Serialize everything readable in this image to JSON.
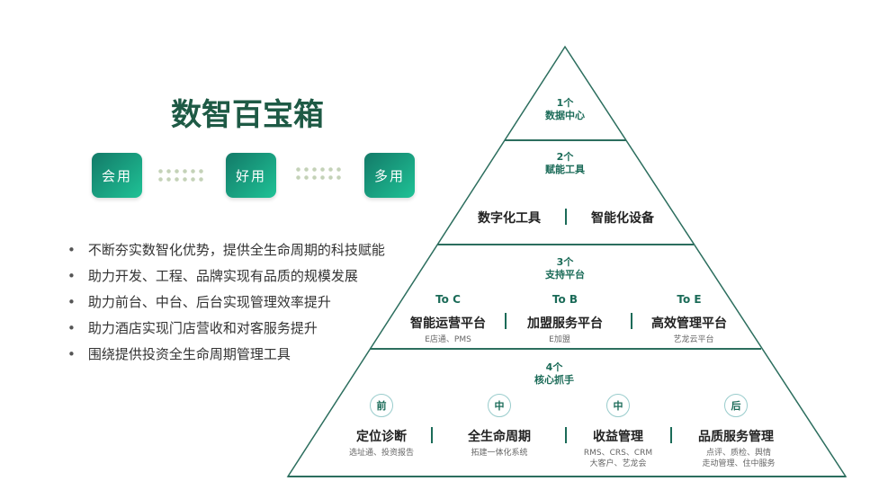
{
  "title": "数智百宝箱",
  "chips": [
    "会用",
    "好用",
    "多用"
  ],
  "bullets": [
    "不断夯实数智化优势，提供全生命周期的科技赋能",
    "助力开发、工程、品牌实现有品质的规模发展",
    "助力前台、中台、后台实现管理效率提升",
    "助力酒店实现门店营收和对客服务提升",
    "围绕提供投资全生命周期管理工具"
  ],
  "pyramid": {
    "level1": {
      "count": "1个",
      "name": "数据中心"
    },
    "level2": {
      "count": "2个",
      "name": "赋能工具",
      "items": [
        "数字化工具",
        "智能化设备"
      ]
    },
    "level3": {
      "count": "3个",
      "name": "支持平台",
      "items": [
        {
          "to": "To  C",
          "name": "智能运营平台",
          "sub": "E店通、PMS"
        },
        {
          "to": "To B",
          "name": "加盟服务平台",
          "sub": "E加盟"
        },
        {
          "to": "To  E",
          "name": "高效管理平台",
          "sub": "艺龙云平台"
        }
      ]
    },
    "level4": {
      "count": "4个",
      "name": "核心抓手",
      "items": [
        {
          "tag": "前",
          "name": "定位诊断",
          "sub1": "选址通、投资报告",
          "sub2": ""
        },
        {
          "tag": "中",
          "name": "全生命周期",
          "sub1": "拓建一体化系统",
          "sub2": ""
        },
        {
          "tag": "中",
          "name": "收益管理",
          "sub1": "RMS、CRS、CRM",
          "sub2": "大客户、艺龙会"
        },
        {
          "tag": "后",
          "name": "品质服务管理",
          "sub1": "点评、质检、舆情",
          "sub2": "走动管理、住中服务"
        }
      ]
    }
  },
  "colors": {
    "accent": "#1b6b58"
  }
}
